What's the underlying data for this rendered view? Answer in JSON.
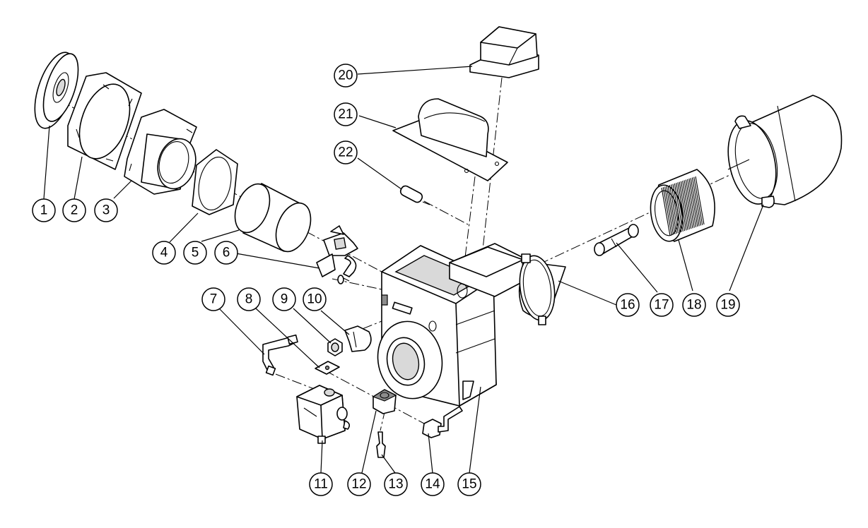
{
  "callouts": [
    {
      "number": "1"
    },
    {
      "number": "2"
    },
    {
      "number": "3"
    },
    {
      "number": "4"
    },
    {
      "number": "5"
    },
    {
      "number": "6"
    },
    {
      "number": "7"
    },
    {
      "number": "8"
    },
    {
      "number": "9"
    },
    {
      "number": "10"
    },
    {
      "number": "11"
    },
    {
      "number": "12"
    },
    {
      "number": "13"
    },
    {
      "number": "14"
    },
    {
      "number": "15"
    },
    {
      "number": "16"
    },
    {
      "number": "17"
    },
    {
      "number": "18"
    },
    {
      "number": "19"
    },
    {
      "number": "20"
    },
    {
      "number": "21"
    },
    {
      "number": "22"
    }
  ]
}
